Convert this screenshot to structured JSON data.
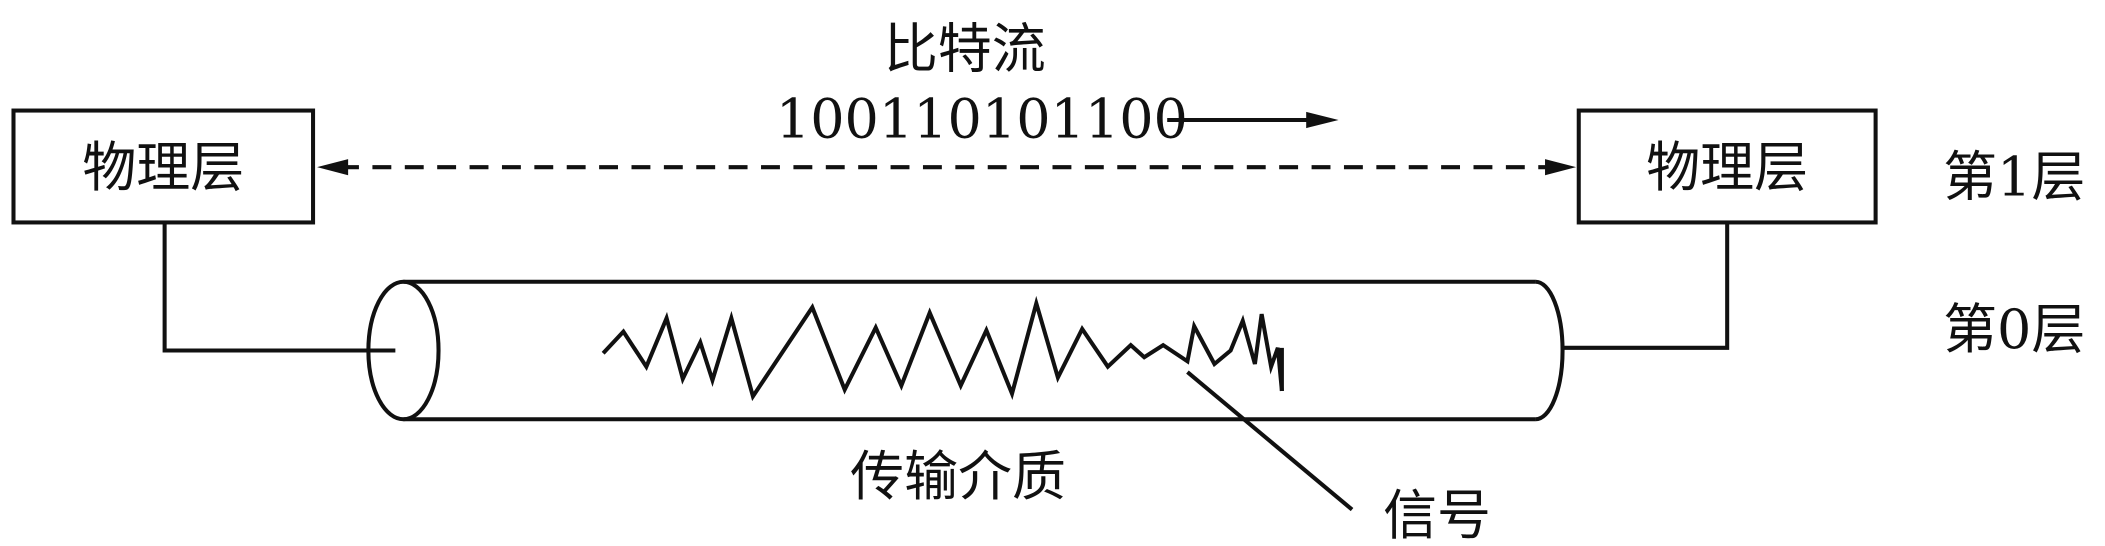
{
  "diagram": {
    "bitstream_title": "比特流",
    "bits": "100110101100",
    "left_box_label": "物理层",
    "right_box_label": "物理层",
    "layer1_label": "第1层",
    "layer0_label": "第0层",
    "medium_label": "传输介质",
    "signal_label": "信号"
  }
}
